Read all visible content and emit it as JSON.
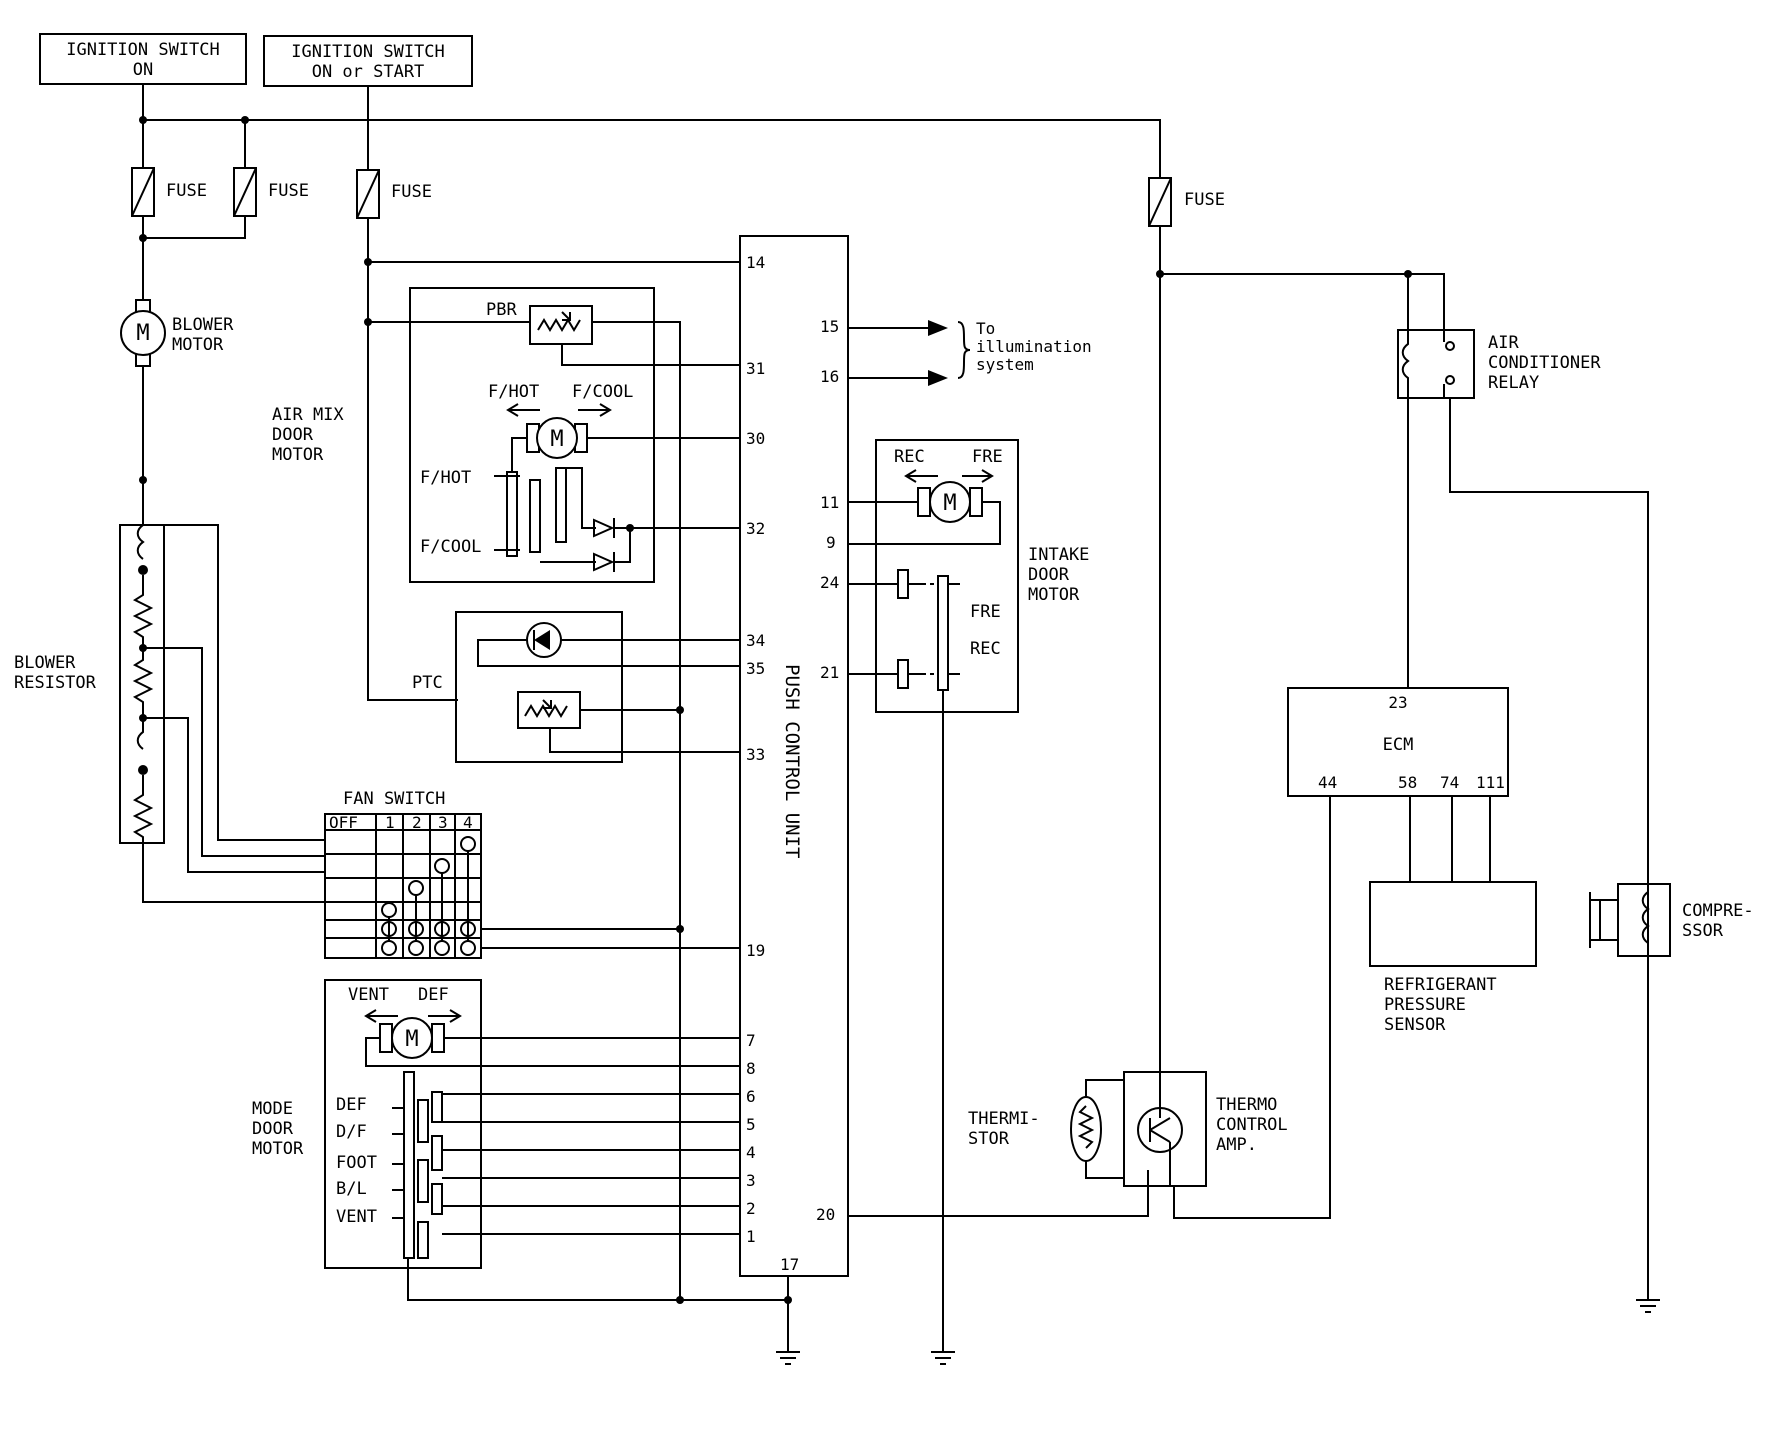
{
  "ignition_on": {
    "line1": "IGNITION SWITCH",
    "line2": "ON"
  },
  "ignition_on_start": {
    "line1": "IGNITION SWITCH",
    "line2": "ON or START"
  },
  "fuse_label": "FUSE",
  "blower_motor": {
    "symbol": "M",
    "line1": "BLOWER",
    "line2": "MOTOR"
  },
  "blower_resistor": {
    "line1": "BLOWER",
    "line2": "RESISTOR"
  },
  "air_mix": {
    "line1": "AIR MIX",
    "line2": "DOOR",
    "line3": "MOTOR",
    "pbr": "PBR",
    "fhot": "F/HOT",
    "fcool": "F/COOL",
    "fhot_side": "F/HOT",
    "fcool_side": "F/COOL",
    "motor": "M"
  },
  "ptc": "PTC",
  "fan_switch": {
    "title": "FAN SWITCH",
    "positions": [
      "OFF",
      "1",
      "2",
      "3",
      "4"
    ]
  },
  "mode_door": {
    "line1": "MODE",
    "line2": "DOOR",
    "line3": "MOTOR",
    "vent": "VENT",
    "def": "DEF",
    "motor": "M",
    "positions": [
      "DEF",
      "D/F",
      "FOOT",
      "B/L",
      "VENT"
    ]
  },
  "push_control_unit": {
    "title": "PUSH CONTROL UNIT",
    "left_pins": [
      "14",
      "31",
      "30",
      "32",
      "34",
      "35",
      "33",
      "19",
      "7",
      "8",
      "6",
      "5",
      "4",
      "3",
      "2",
      "1"
    ],
    "right_pins": [
      "15",
      "16",
      "11",
      "9",
      "24",
      "21",
      "20"
    ],
    "bottom_pin": "17"
  },
  "illumination": {
    "line1": "To",
    "line2": "illumination",
    "line3": "system"
  },
  "intake_door": {
    "line1": "INTAKE",
    "line2": "DOOR",
    "line3": "MOTOR",
    "rec": "REC",
    "fre": "FRE",
    "fre_pos": "FRE",
    "rec_pos": "REC",
    "motor": "M"
  },
  "ac_relay": {
    "line1": "AIR",
    "line2": "CONDITIONER",
    "line3": "RELAY"
  },
  "ecm": {
    "title": "ECM",
    "pin_top": "23",
    "pins_bottom": [
      "44",
      "58",
      "74",
      "111"
    ]
  },
  "refrigerant_sensor": {
    "line1": "REFRIGERANT",
    "line2": "PRESSURE",
    "line3": "SENSOR"
  },
  "compressor": {
    "line1": "COMPRE-",
    "line2": "SSOR"
  },
  "thermistor": {
    "line1": "THERMI-",
    "line2": "STOR"
  },
  "thermo_amp": {
    "line1": "THERMO",
    "line2": "CONTROL",
    "line3": "AMP."
  }
}
